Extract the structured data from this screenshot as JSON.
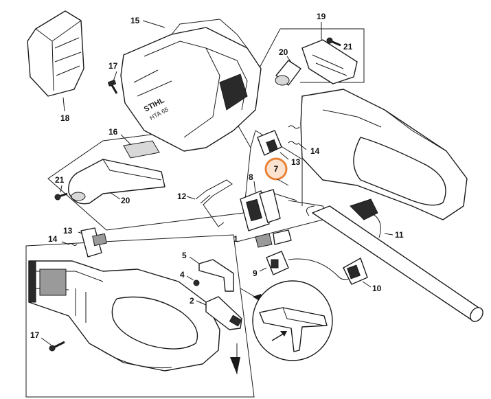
{
  "highlight": {
    "label": "7",
    "color": "#e8833a"
  },
  "labels": {
    "p1": "1",
    "p2": "2",
    "p4": "4",
    "p5": "5",
    "p8": "8",
    "p9": "9",
    "p10": "10",
    "p11": "11",
    "p12": "12",
    "p13a": "13",
    "p13b": "13",
    "p14a": "14",
    "p14b": "14",
    "p15": "15",
    "p16": "16",
    "p17a": "17",
    "p17b": "17",
    "p18": "18",
    "p19": "19",
    "p20a": "20",
    "p20b": "20",
    "p21a": "21",
    "p21b": "21"
  },
  "housing_text": {
    "brand": "STIHL",
    "model": "HTA 65"
  },
  "icons": {
    "detail_arrow": "arrow-icon",
    "screws": "screw-icon"
  }
}
